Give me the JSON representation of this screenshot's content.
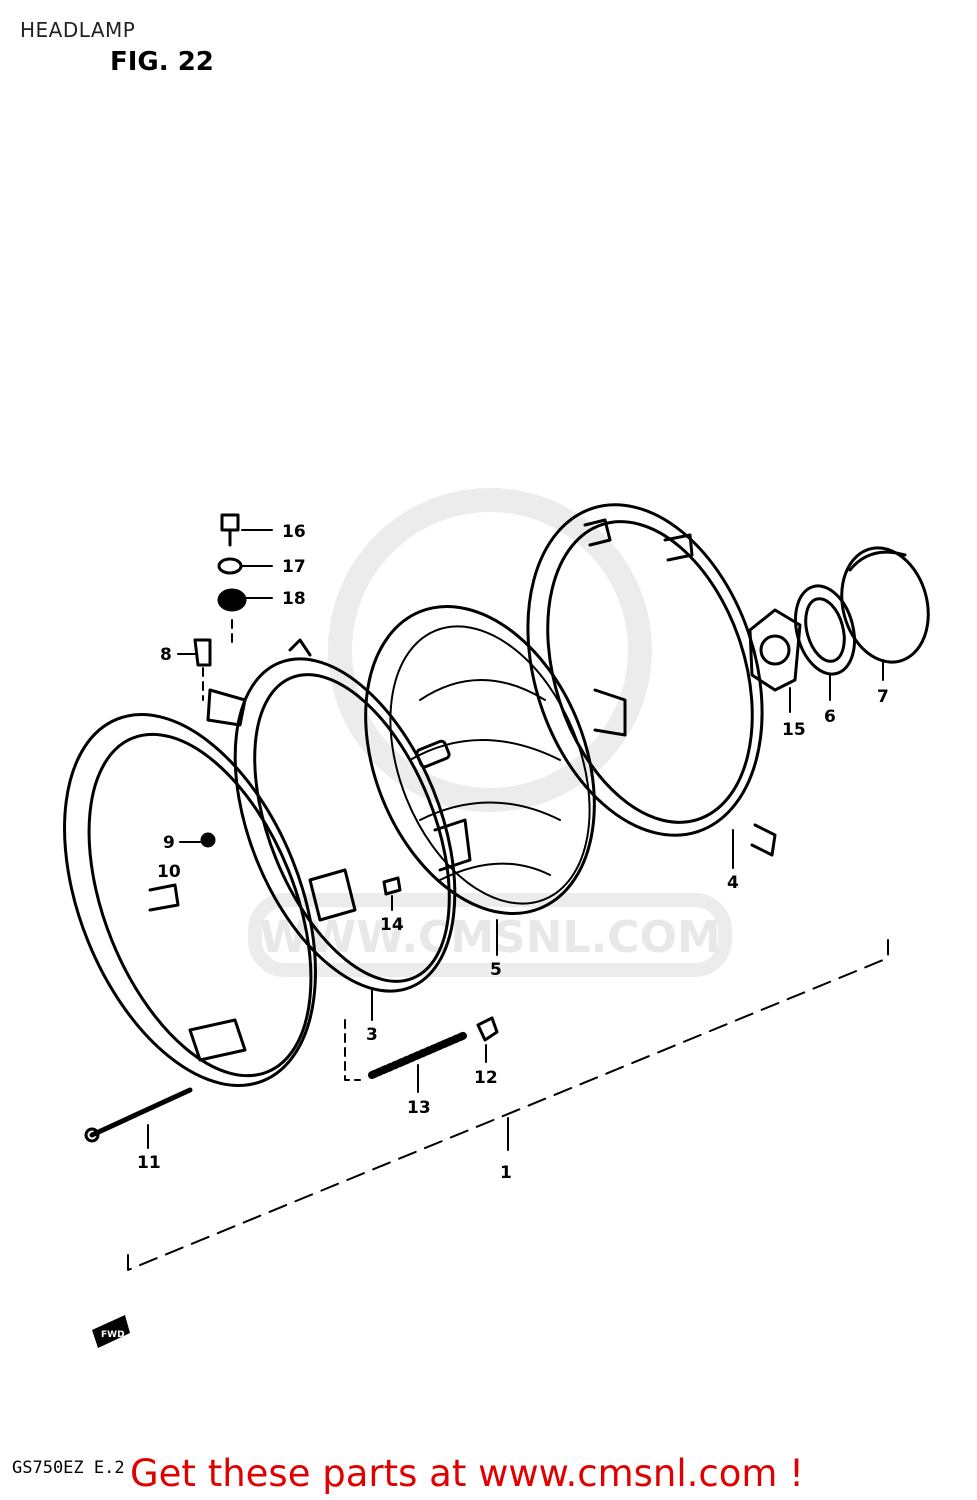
{
  "header": {
    "title": "HEADLAMP",
    "figure_label": "FIG. 22"
  },
  "watermark": {
    "text": "WWW.CMSNL.COM"
  },
  "callouts": {
    "c1": "1",
    "c3": "3",
    "c4": "4",
    "c5": "5",
    "c6": "6",
    "c7": "7",
    "c8": "8",
    "c9": "9",
    "c10": "10",
    "c11": "11",
    "c12": "12",
    "c13": "13",
    "c14": "14",
    "c15": "15",
    "c16": "16",
    "c17": "17",
    "c18": "18"
  },
  "fwd_marker": "FWD",
  "footer": {
    "model_code": "GS750EZ E.2",
    "promo_text": "Get these parts at www.cmsnl.com !"
  },
  "colors": {
    "line": "#000000",
    "watermark": "#e8e8e8",
    "promo": "#e00000"
  }
}
